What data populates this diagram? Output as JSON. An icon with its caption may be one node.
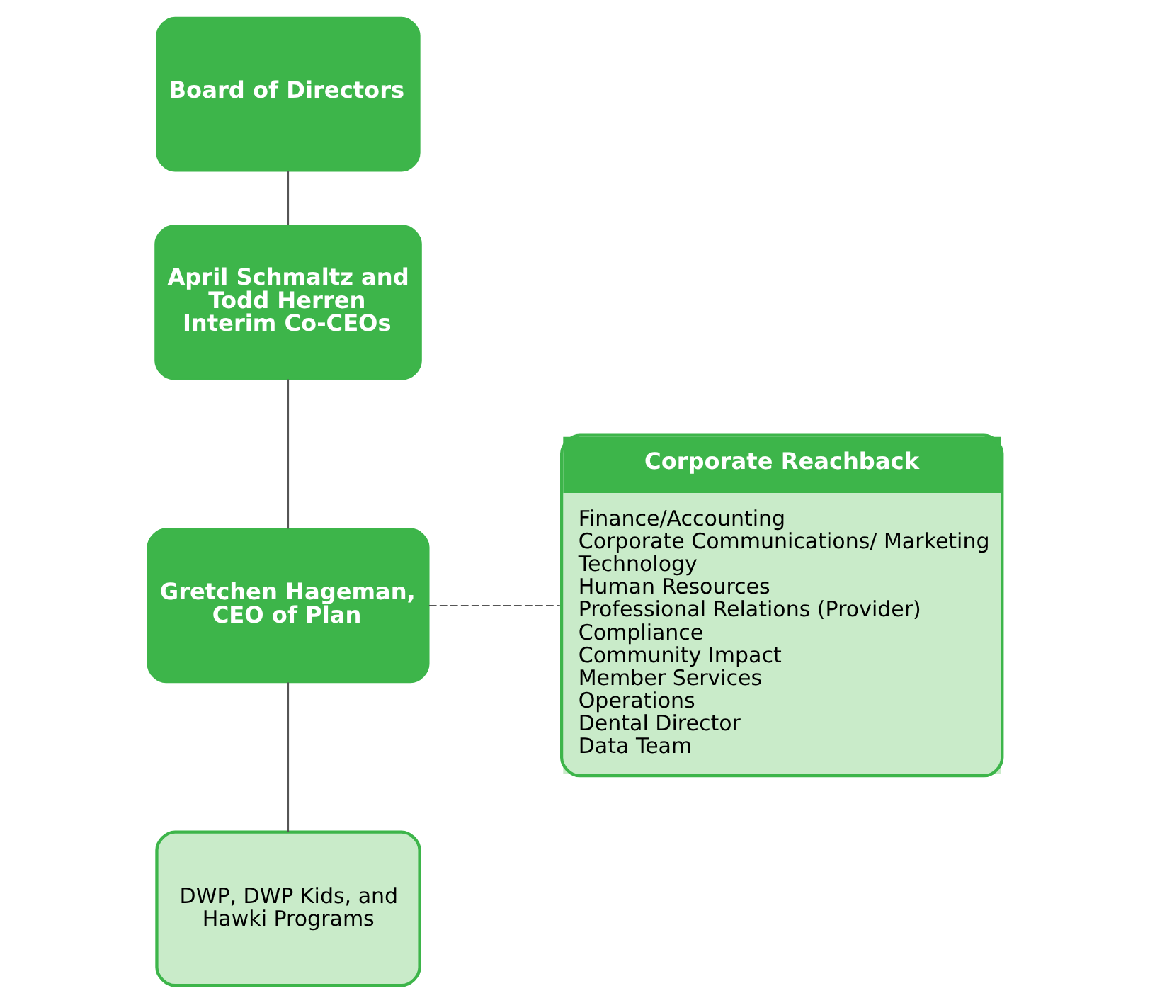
{
  "diagram": {
    "nodes": [
      {
        "text": [
          "Board of Directors"
        ]
      },
      {
        "text": [
          "April Schmaltz and Todd Herren Interim Co-CEOs"
        ]
      },
      {
        "text": [
          "Gretchen Hageman, CEO of Plan"
        ]
      },
      {
        "text": [
          "DWP, DWP Kids, and Hawki Programs"
        ]
      },
      {
        "text": [
          "Corporate Reachback",
          "Finance/Accounting",
          "Corporate Communications/ Marketing",
          "Technology",
          "Human Resources",
          "Professional Relations (Provider)",
          "Compliance",
          "Community Impact",
          "Member Services",
          "Operations",
          "Dental Director",
          "Data Team"
        ]
      }
    ],
    "edges": [
      {
        "from": 0,
        "to": 1,
        "arrow": "none"
      },
      {
        "from": 1,
        "to": 2,
        "arrow": "none"
      },
      {
        "from": 2,
        "to": 3,
        "arrow": "none"
      },
      {
        "from": 2,
        "to": 4,
        "arrow": "none",
        "style": "dashed"
      }
    ]
  }
}
